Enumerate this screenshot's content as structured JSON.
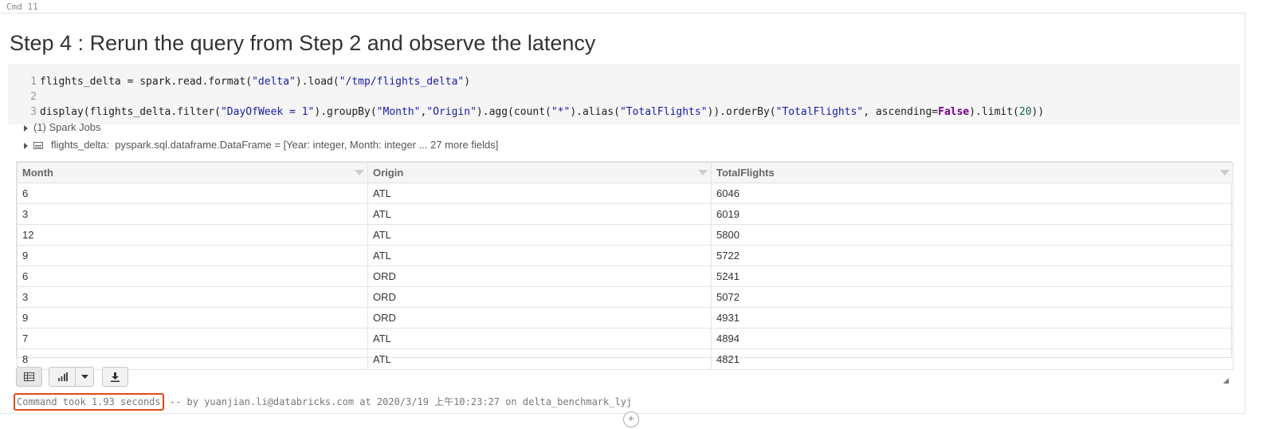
{
  "cmd_label": "Cmd 11",
  "title": "Step 4 : Rerun the query from Step 2 and observe the latency",
  "code": {
    "line_numbers": [
      "1",
      "2",
      "3"
    ],
    "line1": {
      "a": "flights_delta = spark.read.format(",
      "s1": "\"delta\"",
      "b": ").load(",
      "s2": "\"/tmp/flights_delta\"",
      "c": ")"
    },
    "line3": {
      "a": "display(flights_delta.filter(",
      "s1": "\"DayOfWeek = 1\"",
      "b": ").groupBy(",
      "s2": "\"Month\"",
      "comma": ",",
      "s3": "\"Origin\"",
      "c": ").agg(count(",
      "s4": "\"*\"",
      "d": ").alias(",
      "s5": "\"TotalFlights\"",
      "e": ")).orderBy(",
      "s6": "\"TotalFlights\"",
      "f": ", ascending=",
      "kw": "False",
      "g": ").limit(",
      "n": "20",
      "h": "))"
    }
  },
  "spark_jobs": "(1) Spark Jobs",
  "df_info": {
    "name": "flights_delta:",
    "type": "pyspark.sql.dataframe.DataFrame = [Year: integer, Month: integer ... 27 more fields]"
  },
  "table": {
    "headers": [
      "Month",
      "Origin",
      "TotalFlights"
    ],
    "rows": [
      [
        "6",
        "ATL",
        "6046"
      ],
      [
        "3",
        "ATL",
        "6019"
      ],
      [
        "12",
        "ATL",
        "5800"
      ],
      [
        "9",
        "ATL",
        "5722"
      ],
      [
        "6",
        "ORD",
        "5241"
      ],
      [
        "3",
        "ORD",
        "5072"
      ],
      [
        "9",
        "ORD",
        "4931"
      ],
      [
        "7",
        "ATL",
        "4894"
      ],
      [
        "8",
        "ATL",
        "4821"
      ]
    ]
  },
  "icons": {
    "table_view": "table-icon",
    "chart": "bar-chart-icon",
    "dropdown": "caret-down-icon",
    "download": "download-icon"
  },
  "footer": {
    "took": "Command took 1.93 seconds",
    "rest": " -- by yuanjian.li@databricks.com at 2020/3/19 上午10:23:27 on delta_benchmark_lyj"
  },
  "colors": {
    "highlight_box": "#e24a1a",
    "string": "#1a1aa6",
    "keyword": "#770088",
    "number": "#116644"
  }
}
